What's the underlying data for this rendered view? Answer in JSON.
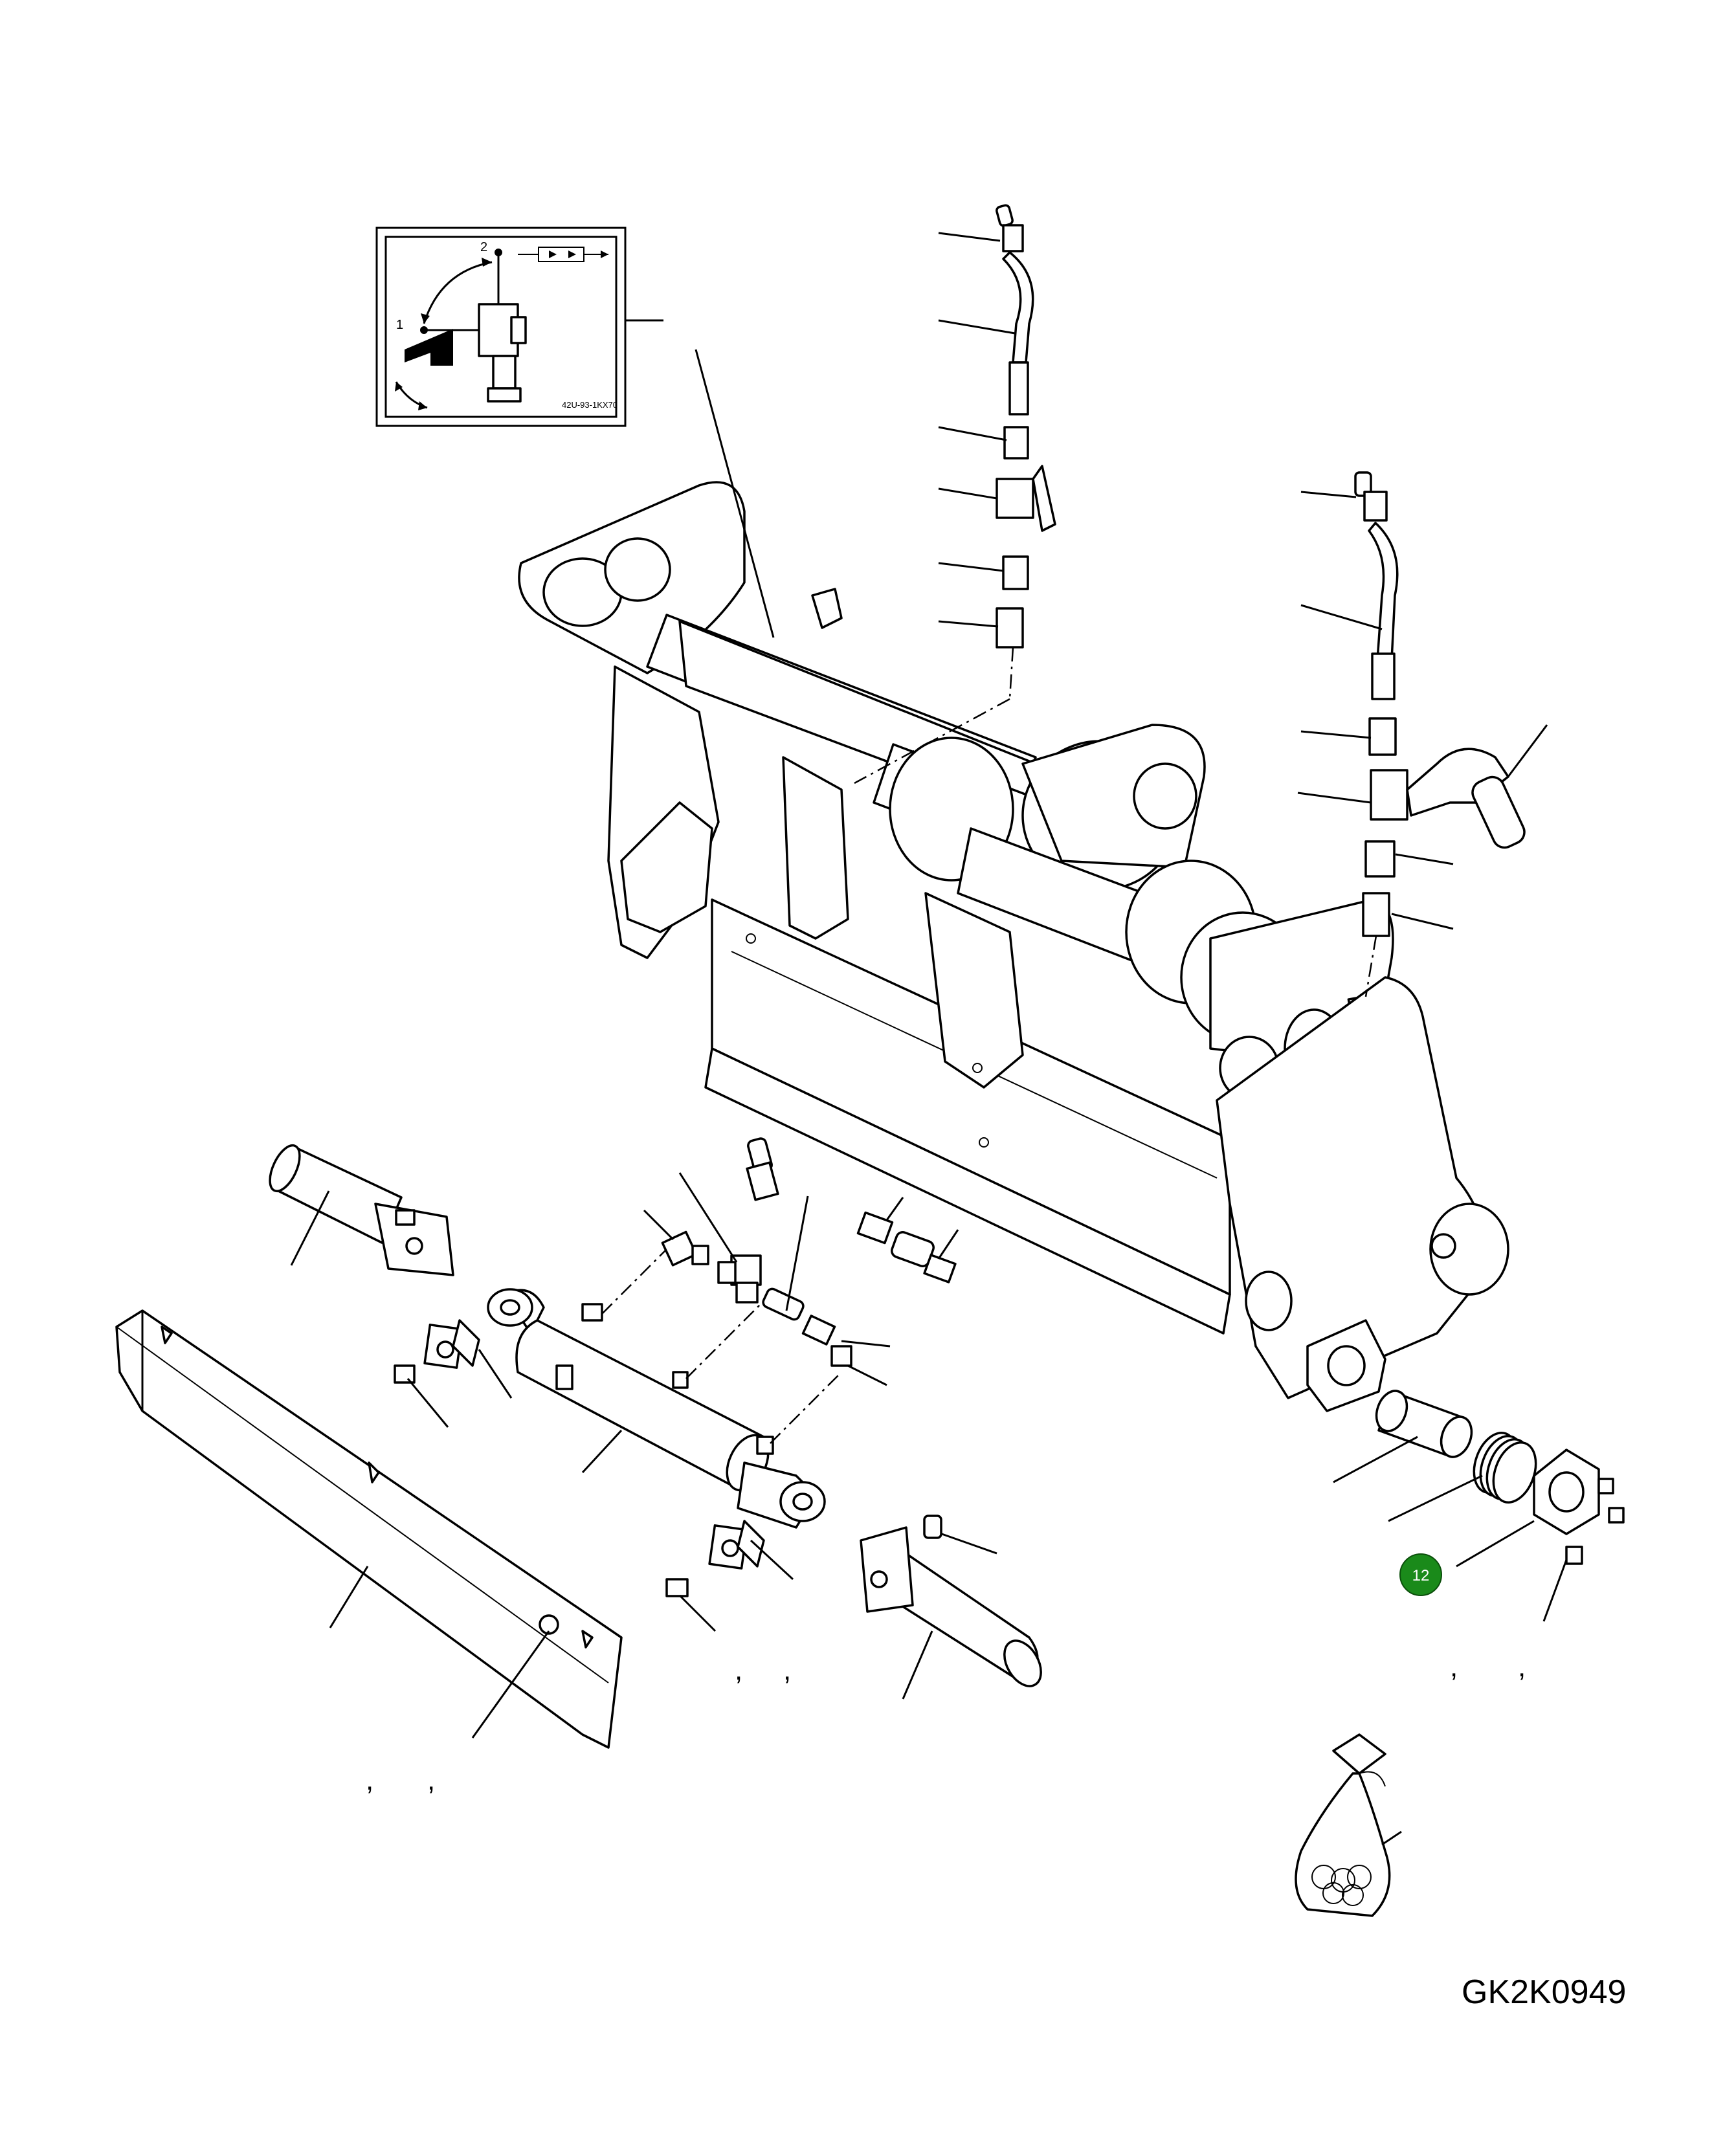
{
  "diagram": {
    "drawing_code": "GK2K0949",
    "callout": {
      "number": "12",
      "color": "#1a8a1a"
    },
    "separator": ",",
    "inset": {
      "label_1": "1",
      "label_2": "2",
      "code": "42U-93-1KX70"
    }
  }
}
